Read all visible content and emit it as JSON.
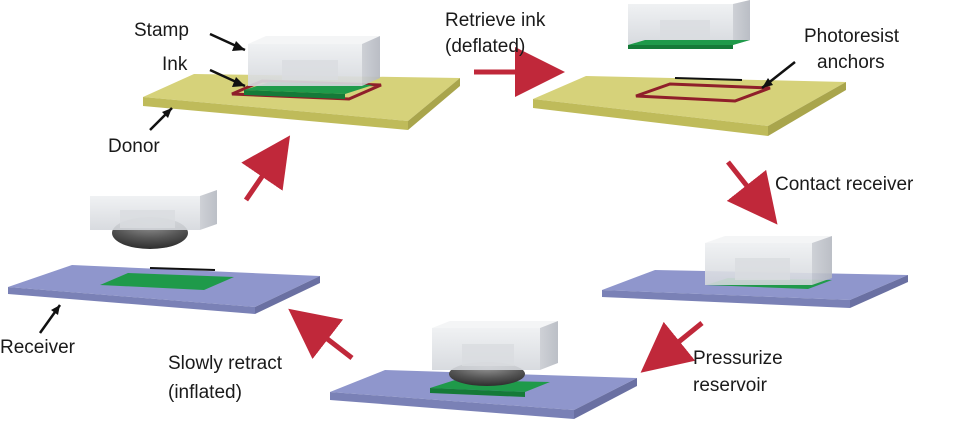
{
  "labels": {
    "stamp": "Stamp",
    "ink": "Ink",
    "donor": "Donor",
    "receiver": "Receiver",
    "retrieve_line1": "Retrieve ink",
    "retrieve_line2": "(deflated)",
    "anchors_line1": "Photoresist",
    "anchors_line2": "anchors",
    "contact": "Contact receiver",
    "pressurize_line1": "Pressurize",
    "pressurize_line2": "reservoir",
    "retract_line1": "Slowly retract",
    "retract_line2": "(inflated)"
  },
  "colors": {
    "donor": "#d6d27a",
    "receiver": "#8f96cc",
    "ink": "#1f9a4a",
    "anchor": "#8f1f2a",
    "arrow": "#c0283a",
    "stamp": "#e4e6ea"
  }
}
